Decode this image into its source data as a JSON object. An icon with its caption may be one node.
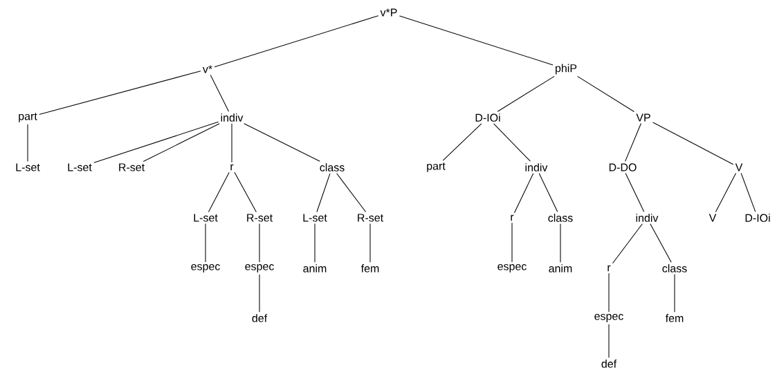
{
  "diagram": {
    "nodes": [
      {
        "text": [
          "v*P"
        ]
      },
      {
        "text": [
          "v*"
        ]
      },
      {
        "text": [
          "phiP"
        ]
      },
      {
        "text": [
          "part"
        ]
      },
      {
        "text": [
          "indiv"
        ]
      },
      {
        "text": [
          "D-IOi"
        ]
      },
      {
        "text": [
          "VP"
        ]
      },
      {
        "text": [
          "L-set"
        ]
      },
      {
        "text": [
          "L-set"
        ]
      },
      {
        "text": [
          "R-set"
        ]
      },
      {
        "text": [
          "r"
        ]
      },
      {
        "text": [
          "class"
        ]
      },
      {
        "text": [
          "part"
        ]
      },
      {
        "text": [
          "indiv"
        ]
      },
      {
        "text": [
          "D-DO"
        ]
      },
      {
        "text": [
          "V"
        ]
      },
      {
        "text": [
          "L-set"
        ]
      },
      {
        "text": [
          "R-set"
        ]
      },
      {
        "text": [
          "L-set"
        ]
      },
      {
        "text": [
          "R-set"
        ]
      },
      {
        "text": [
          "r"
        ]
      },
      {
        "text": [
          "class"
        ]
      },
      {
        "text": [
          "indiv"
        ]
      },
      {
        "text": [
          "V"
        ]
      },
      {
        "text": [
          "D-IOi"
        ]
      },
      {
        "text": [
          "espec"
        ]
      },
      {
        "text": [
          "espec"
        ]
      },
      {
        "text": [
          "anim"
        ]
      },
      {
        "text": [
          "fem"
        ]
      },
      {
        "text": [
          "espec"
        ]
      },
      {
        "text": [
          "anim"
        ]
      },
      {
        "text": [
          "r"
        ]
      },
      {
        "text": [
          "class"
        ]
      },
      {
        "text": [
          "def"
        ]
      },
      {
        "text": [
          "espec"
        ]
      },
      {
        "text": [
          "fem"
        ]
      },
      {
        "text": [
          "def"
        ]
      }
    ],
    "edges": [
      {
        "from": 0,
        "to": 1,
        "arrow": "none"
      },
      {
        "from": 0,
        "to": 2,
        "arrow": "none"
      },
      {
        "from": 1,
        "to": 3,
        "arrow": "none"
      },
      {
        "from": 1,
        "to": 4,
        "arrow": "none"
      },
      {
        "from": 2,
        "to": 5,
        "arrow": "none"
      },
      {
        "from": 2,
        "to": 6,
        "arrow": "none"
      },
      {
        "from": 3,
        "to": 7,
        "arrow": "none"
      },
      {
        "from": 4,
        "to": 8,
        "arrow": "none"
      },
      {
        "from": 4,
        "to": 9,
        "arrow": "none"
      },
      {
        "from": 4,
        "to": 10,
        "arrow": "none"
      },
      {
        "from": 4,
        "to": 11,
        "arrow": "none"
      },
      {
        "from": 5,
        "to": 12,
        "arrow": "none"
      },
      {
        "from": 5,
        "to": 13,
        "arrow": "none"
      },
      {
        "from": 6,
        "to": 14,
        "arrow": "none"
      },
      {
        "from": 6,
        "to": 15,
        "arrow": "none"
      },
      {
        "from": 10,
        "to": 16,
        "arrow": "none"
      },
      {
        "from": 10,
        "to": 17,
        "arrow": "none"
      },
      {
        "from": 11,
        "to": 18,
        "arrow": "none"
      },
      {
        "from": 11,
        "to": 19,
        "arrow": "none"
      },
      {
        "from": 13,
        "to": 20,
        "arrow": "none"
      },
      {
        "from": 13,
        "to": 21,
        "arrow": "none"
      },
      {
        "from": 14,
        "to": 22,
        "arrow": "none"
      },
      {
        "from": 15,
        "to": 23,
        "arrow": "none"
      },
      {
        "from": 15,
        "to": 24,
        "arrow": "none"
      },
      {
        "from": 16,
        "to": 25,
        "arrow": "none"
      },
      {
        "from": 17,
        "to": 26,
        "arrow": "none"
      },
      {
        "from": 18,
        "to": 27,
        "arrow": "none"
      },
      {
        "from": 19,
        "to": 28,
        "arrow": "none"
      },
      {
        "from": 20,
        "to": 29,
        "arrow": "none"
      },
      {
        "from": 21,
        "to": 30,
        "arrow": "none"
      },
      {
        "from": 22,
        "to": 31,
        "arrow": "none"
      },
      {
        "from": 22,
        "to": 32,
        "arrow": "none"
      },
      {
        "from": 26,
        "to": 33,
        "arrow": "none"
      },
      {
        "from": 31,
        "to": 34,
        "arrow": "none"
      },
      {
        "from": 32,
        "to": 35,
        "arrow": "none"
      },
      {
        "from": 34,
        "to": 36,
        "arrow": "none"
      }
    ]
  }
}
